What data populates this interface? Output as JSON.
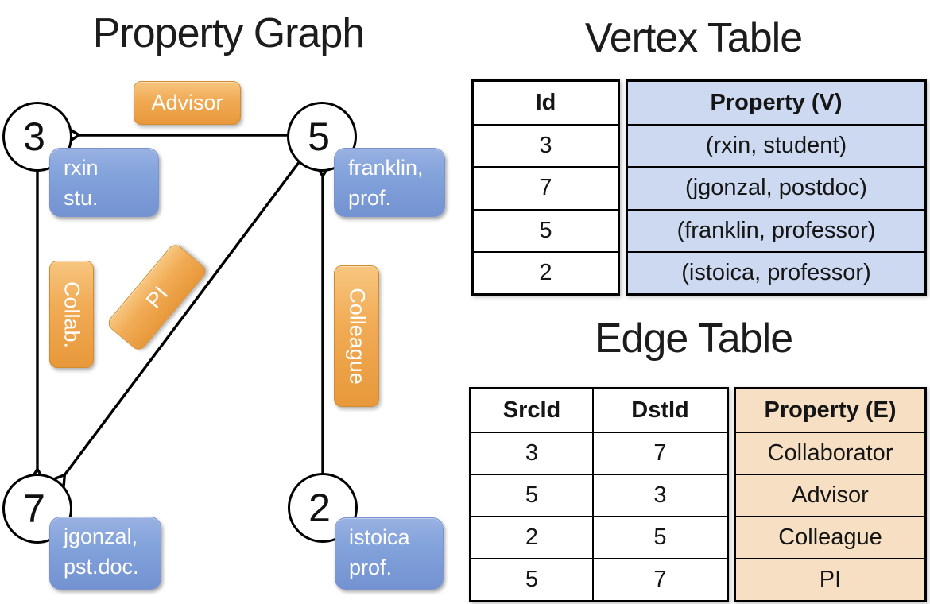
{
  "graph": {
    "title": "Property Graph",
    "nodes": [
      {
        "id": "3",
        "line1": "rxin",
        "line2": "stu."
      },
      {
        "id": "5",
        "line1": "franklin,",
        "line2": "prof."
      },
      {
        "id": "7",
        "line1": "jgonzal,",
        "line2": "pst.doc."
      },
      {
        "id": "2",
        "line1": "istoica",
        "line2": "prof."
      }
    ],
    "edges": [
      {
        "label": "Advisor",
        "from": "5",
        "to": "3"
      },
      {
        "label": "Collab.",
        "from": "3",
        "to": "7"
      },
      {
        "label": "PI",
        "from": "5",
        "to": "7"
      },
      {
        "label": "Colleague",
        "from": "2",
        "to": "5"
      }
    ]
  },
  "vertex_table": {
    "title": "Vertex Table",
    "columns": [
      "Id",
      "Property (V)"
    ],
    "rows": [
      [
        "3",
        "(rxin, student)"
      ],
      [
        "7",
        "(jgonzal, postdoc)"
      ],
      [
        "5",
        "(franklin, professor)"
      ],
      [
        "2",
        "(istoica, professor)"
      ]
    ]
  },
  "edge_table": {
    "title": "Edge Table",
    "columns": [
      "SrcId",
      "DstId",
      "Property (E)"
    ],
    "rows": [
      [
        "3",
        "7",
        "Collaborator"
      ],
      [
        "5",
        "3",
        "Advisor"
      ],
      [
        "2",
        "5",
        "Colleague"
      ],
      [
        "5",
        "7",
        "PI"
      ]
    ]
  },
  "colors": {
    "edge_label_orange": "#f1ab55",
    "vertex_label_blue": "#7392d1",
    "vertex_prop_fill": "#cdd9f0",
    "edge_prop_fill": "#f6dfc3",
    "line_black": "#000000"
  }
}
